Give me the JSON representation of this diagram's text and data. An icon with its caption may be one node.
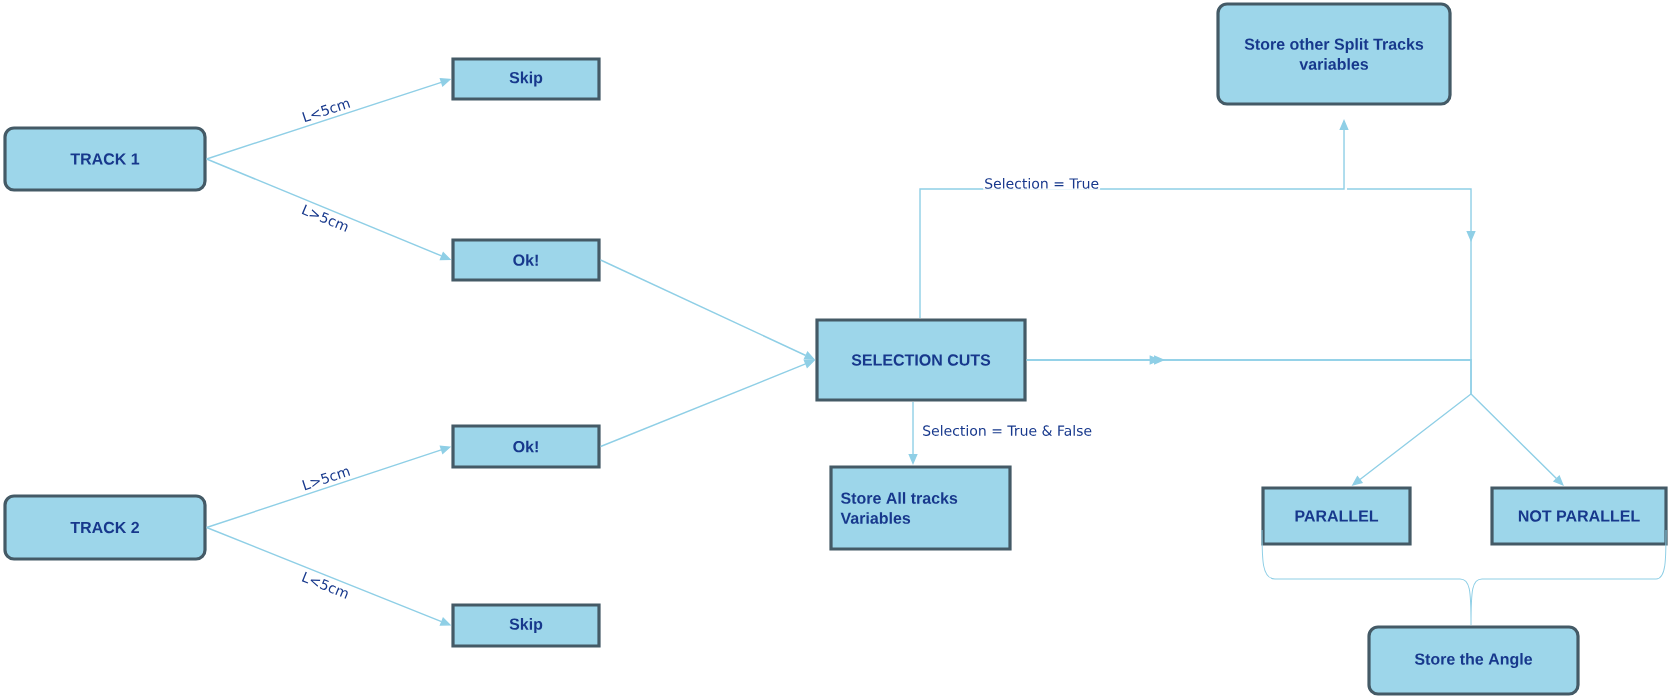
{
  "diagram": {
    "nodes": [
      {
        "text": [
          "TRACK 1"
        ]
      },
      {
        "text": [
          "Skip"
        ]
      },
      {
        "text": [
          "Ok!"
        ]
      },
      {
        "text": [
          "TRACK 2"
        ]
      },
      {
        "text": [
          "Ok!"
        ]
      },
      {
        "text": [
          "Skip"
        ]
      },
      {
        "text": [
          "SELECTION CUTS"
        ]
      },
      {
        "text": [
          "Store All tracks Variables"
        ]
      },
      {
        "text": [
          "Store other Split Tracks variables"
        ]
      },
      {
        "text": [
          "PARALLEL"
        ]
      },
      {
        "text": [
          "NOT PARALLEL"
        ]
      },
      {
        "text": [
          "Store the Angle"
        ]
      }
    ],
    "edges": [
      {
        "from": 0,
        "to": 1,
        "arrow": "to",
        "label": "L<5cm"
      },
      {
        "from": 0,
        "to": 2,
        "arrow": "to",
        "label": "L>5cm"
      },
      {
        "from": 3,
        "to": 4,
        "arrow": "to",
        "label": "L>5cm"
      },
      {
        "from": 3,
        "to": 5,
        "arrow": "to",
        "label": "L<5cm"
      },
      {
        "from": 2,
        "to": 6,
        "arrow": "to"
      },
      {
        "from": 4,
        "to": 6,
        "arrow": "to"
      },
      {
        "from": 6,
        "to": 7,
        "arrow": "to",
        "label": "Selection = True & False"
      },
      {
        "from": 6,
        "to": 8,
        "arrow": "to",
        "label": "Selection = True"
      },
      {
        "from": 6,
        "to": 9,
        "arrow": "to"
      },
      {
        "from": 6,
        "to": 10,
        "arrow": "to"
      }
    ]
  }
}
